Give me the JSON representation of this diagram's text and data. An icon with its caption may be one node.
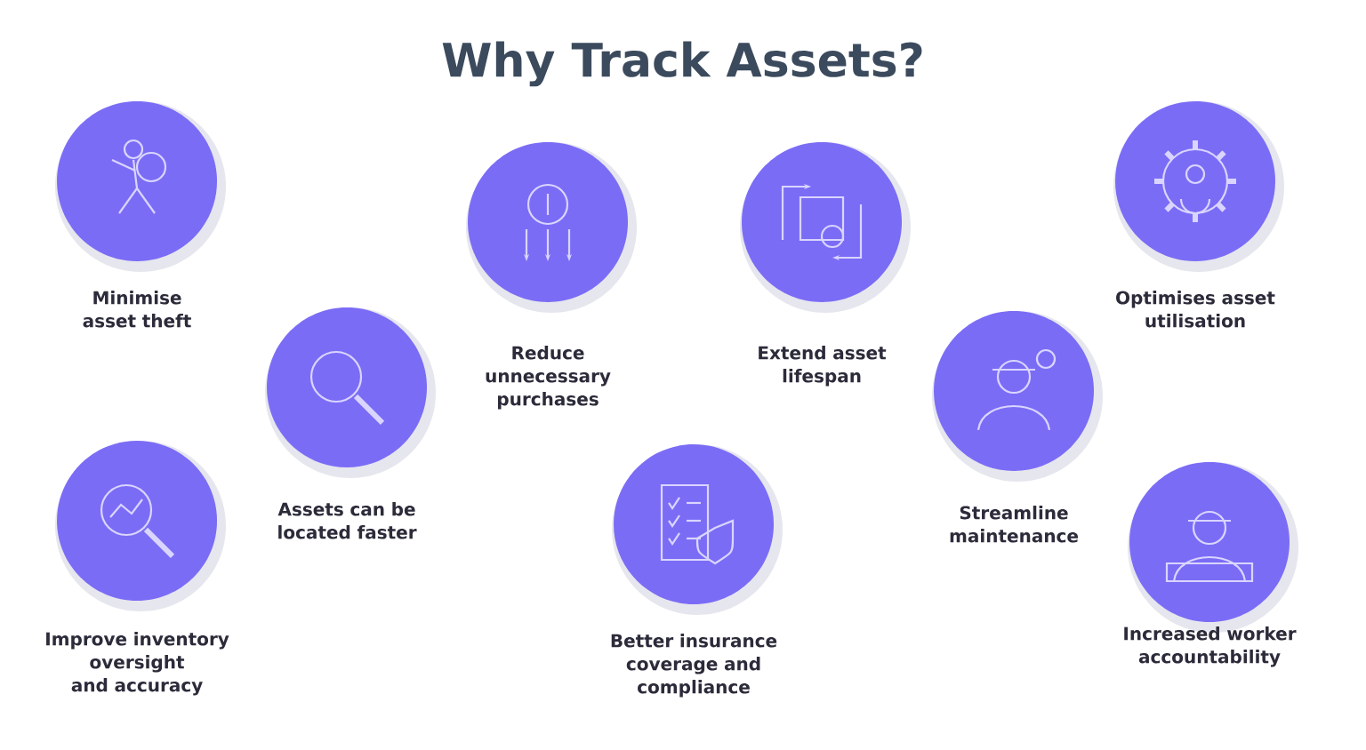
{
  "diagram": {
    "title": "Why Track Assets?",
    "nodes": [
      {
        "text": [],
        "shape": "circle",
        "beside": [
          "Minimise asset theft"
        ]
      },
      {
        "text": [],
        "shape": "circle",
        "beside": [
          "Assets can be located faster"
        ]
      },
      {
        "text": [],
        "shape": "circle",
        "beside": [
          "Improve inventory oversight and accuracy"
        ]
      },
      {
        "text": [],
        "shape": "circle",
        "beside": [
          "Reduce unnecessary purchases"
        ]
      },
      {
        "text": [],
        "shape": "circle",
        "beside": [
          "Better insurance coverage and compliance"
        ]
      },
      {
        "text": [],
        "shape": "circle",
        "beside": [
          "Extend asset lifespan"
        ]
      },
      {
        "text": [],
        "shape": "circle",
        "beside": [
          "Streamline maintenance"
        ]
      },
      {
        "text": [],
        "shape": "circle",
        "beside": [
          "Optimises asset utilisation"
        ]
      },
      {
        "text": [],
        "shape": "circle",
        "beside": [
          "Increased worker accountability"
        ]
      }
    ]
  }
}
